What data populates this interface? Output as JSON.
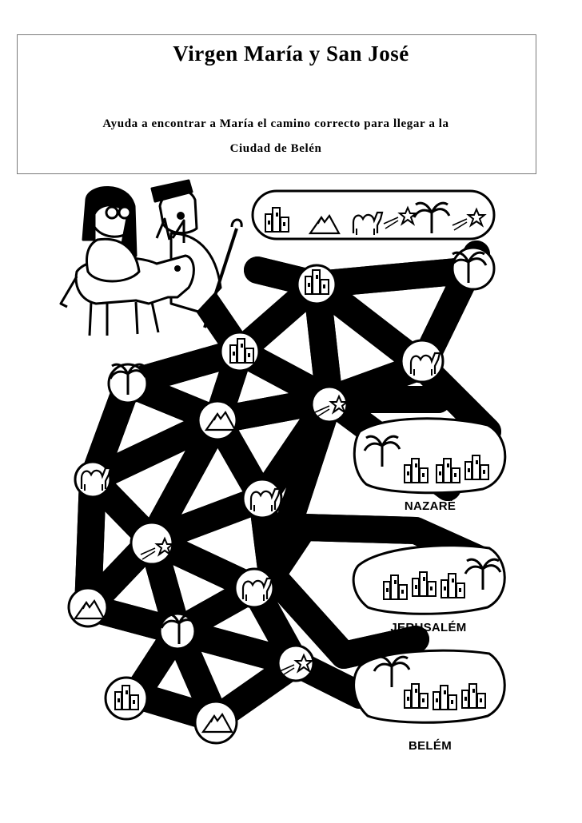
{
  "worksheet": {
    "title": "Virgen María y San José",
    "instructions_line1": "Ayuda a encontrar a María el camino correcto para llegar a la",
    "instructions_line2": "Ciudad de Belén"
  },
  "maze": {
    "legend_icons": [
      "city-icon",
      "mountain-icon",
      "camel-icon",
      "star-icon",
      "palm-icon",
      "star-icon"
    ],
    "destinations": [
      {
        "label": "NAZARÉ",
        "icon": "town-icon"
      },
      {
        "label": "JERUSALÉM",
        "icon": "town-icon"
      },
      {
        "label": "BELÉM",
        "icon": "town-icon"
      }
    ],
    "characters": [
      "mary-on-donkey",
      "joseph-with-staff"
    ]
  }
}
